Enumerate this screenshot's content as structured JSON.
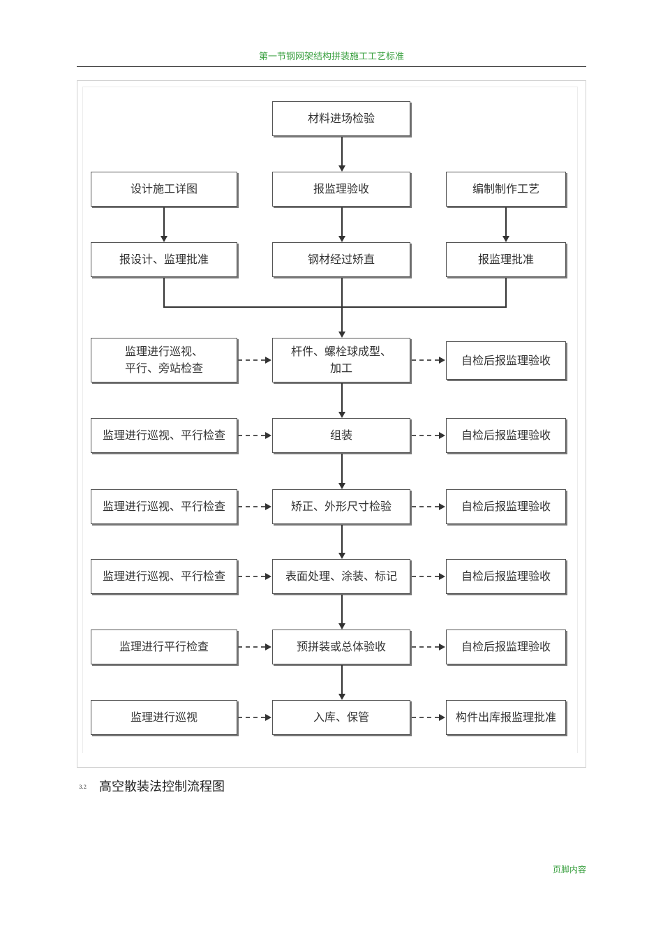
{
  "header": {
    "title": "第一节钢网架结构拼装施工工艺标准"
  },
  "flowchart": {
    "top": "材料进场检验",
    "row2": {
      "left": "设计施工详图",
      "center": "报监理验收",
      "right": "编制制作工艺"
    },
    "row3": {
      "left": "报设计、监理批准",
      "center": "钢材经过矫直",
      "right": "报监理批准"
    },
    "steps": [
      {
        "left": "监理进行巡视、\n平行、旁站检查",
        "center": "杆件、螺栓球成型、\n加工",
        "right": "自检后报监理验收"
      },
      {
        "left": "监理进行巡视、平行检查",
        "center": "组装",
        "right": "自检后报监理验收"
      },
      {
        "left": "监理进行巡视、平行检查",
        "center": "矫正、外形尺寸检验",
        "right": "自检后报监理验收"
      },
      {
        "left": "监理进行巡视、平行检查",
        "center": "表面处理、涂装、标记",
        "right": "自检后报监理验收"
      },
      {
        "left": "监理进行平行检查",
        "center": "预拼装或总体验收",
        "right": "自检后报监理验收"
      },
      {
        "left": "监理进行巡视",
        "center": "入库、保管",
        "right": "构件出库报监理批准"
      }
    ]
  },
  "caption": {
    "number": "3.2",
    "text": "高空散装法控制流程图"
  },
  "footer": {
    "text": "页脚内容"
  }
}
